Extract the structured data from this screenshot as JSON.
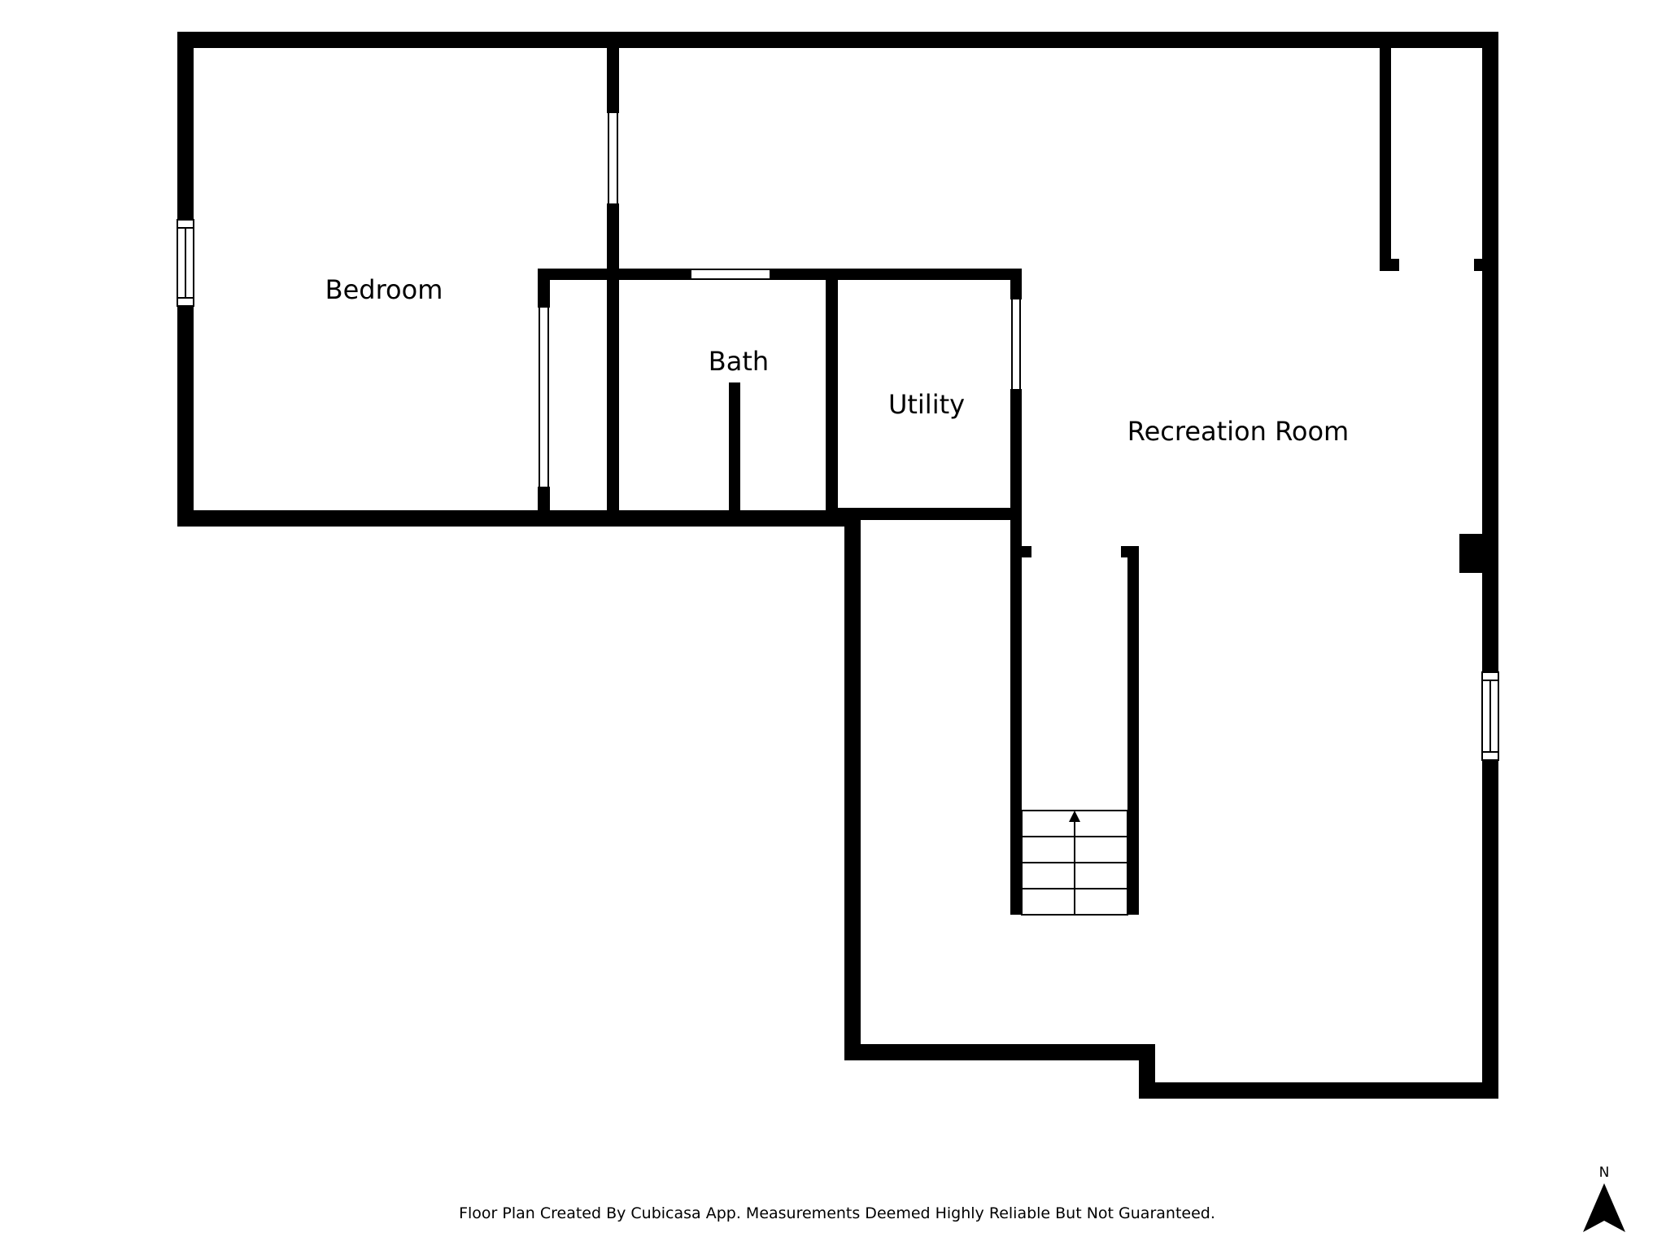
{
  "floor_plan": {
    "rooms": [
      {
        "id": "bedroom",
        "label": "Bedroom"
      },
      {
        "id": "bath",
        "label": "Bath"
      },
      {
        "id": "utility",
        "label": "Utility"
      },
      {
        "id": "recreation-room",
        "label": "Recreation Room"
      }
    ],
    "colors": {
      "wall": "#000000",
      "background": "#ffffff"
    }
  },
  "footer": {
    "note": "Floor Plan Created By Cubicasa App. Measurements Deemed Highly Reliable But Not Guaranteed."
  },
  "compass": {
    "letter": "N",
    "icon": "north-arrow-icon"
  }
}
